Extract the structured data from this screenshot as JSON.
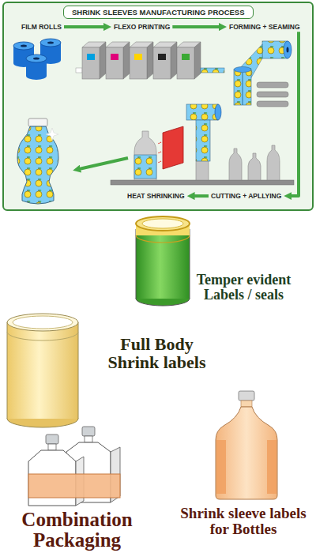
{
  "diagram": {
    "title": "SHRINK SLEEVES MANUFACTURING PROCESS",
    "nodes": [
      {
        "text": [
          "FILM ROLLS"
        ]
      },
      {
        "text": [
          "FLEXO PRINTING"
        ]
      },
      {
        "text": [
          "FORMING + SEAMING"
        ]
      },
      {
        "text": [
          "HEAT SHRINKING"
        ]
      },
      {
        "text": [
          "CUTTING + APLLYING"
        ]
      }
    ],
    "edges": [
      {
        "from": 0,
        "to": 1,
        "arrow": "to"
      },
      {
        "from": 1,
        "to": 2,
        "arrow": "to"
      },
      {
        "from": 2,
        "to": 4,
        "arrow": "to"
      },
      {
        "from": 4,
        "to": 3,
        "arrow": "to"
      }
    ],
    "labels": [
      "Temper evident Labels / seals",
      "Full Body Shrink labels",
      "Combination Packaging",
      "Shrink sleeve labels for Bottles"
    ]
  }
}
